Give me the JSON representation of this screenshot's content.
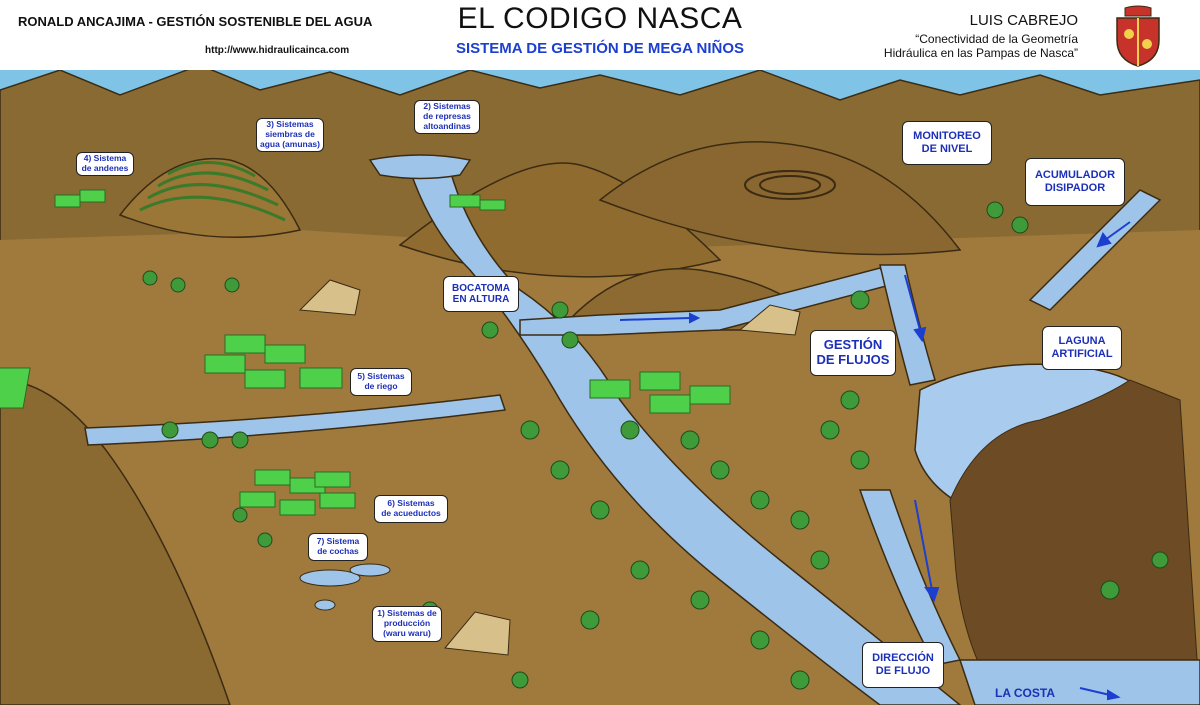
{
  "header": {
    "left_title": "RONALD ANCAJIMA - GESTIÓN SOSTENIBLE DEL AGUA",
    "url": "http://www.hidraulicainca.com",
    "main_title": "EL CODIGO NASCA",
    "subtitle": "SISTEMA DE GESTIÓN DE MEGA NIÑOS",
    "author": "LUIS CABREJO",
    "quote_line1": "“Conectividad de la Geometría",
    "quote_line2": "Hidráulica en las Pampas de Nasca”"
  },
  "colors": {
    "sky": "#7fc4e6",
    "mountain": "#8a6a33",
    "ground": "#a07a3d",
    "water": "#9fc4e9",
    "field": "#4fd04a",
    "tree": "#3f9a3a",
    "label_blue": "#1c2fb8"
  },
  "labels": {
    "andenes_l1": "4) Sistema",
    "andenes_l2": "de andenes",
    "amunas_l1": "3) Sistemas",
    "amunas_l2": "siembras de",
    "amunas_l3": "agua (amunas)",
    "represas_l1": "2) Sistemas",
    "represas_l2": "de represas",
    "represas_l3": "altoandinas",
    "monitoreo_l1": "MONITOREO",
    "monitoreo_l2": "DE NIVEL",
    "acumulador_l1": "ACUMULADOR",
    "acumulador_l2": "DISIPADOR",
    "bocatoma_l1": "BOCATOMA",
    "bocatoma_l2": "EN ALTURA",
    "gestion_l1": "GESTIÓN",
    "gestion_l2": "DE FLUJOS",
    "laguna_l1": "LAGUNA",
    "laguna_l2": "ARTIFICIAL",
    "riego_l1": "5) Sistemas",
    "riego_l2": "de riego",
    "acueductos_l1": "6) Sistemas",
    "acueductos_l2": "de acueductos",
    "cochas_l1": "7) Sistema",
    "cochas_l2": "de cochas",
    "produccion_l1": "1) Sistemas de",
    "produccion_l2": "producción",
    "produccion_l3": "(waru waru)",
    "direccion_l1": "DIRECCIÓN",
    "direccion_l2": "DE FLUJO",
    "lacosta": "LA COSTA"
  }
}
